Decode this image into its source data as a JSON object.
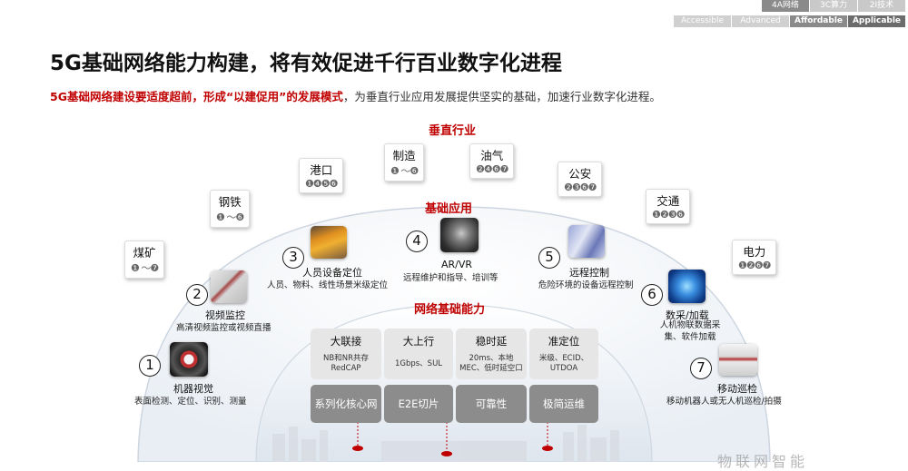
{
  "tabs": {
    "row1": [
      "4A网络",
      "3C算力",
      "2I技术"
    ],
    "row2": [
      "Accessible",
      "Advanced",
      "Affordable",
      "Applicable"
    ]
  },
  "title": "5G基础网络能力构建，将有效促进千行百业数字化进程",
  "subtitle": {
    "highlight": "5G基础网络建设要适度超前，形成“以建促用”的发展模式",
    "rest": "，为垂直行业应用发展提供坚实的基础，加速行业数字化进程。"
  },
  "sections": {
    "vertical": "垂直行业",
    "apps": "基础应用",
    "network": "网络基础能力"
  },
  "industries": [
    {
      "name": "煤矿",
      "cases": "❶ ～❼"
    },
    {
      "name": "钢铁",
      "cases": "❶ ～❻"
    },
    {
      "name": "港口",
      "cases": "❶❹❺❻"
    },
    {
      "name": "制造",
      "cases": "❶ ～❻"
    },
    {
      "name": "油气",
      "cases": "❷❹❻❼"
    },
    {
      "name": "公安",
      "cases": "❷❸❻❼"
    },
    {
      "name": "交通",
      "cases": "❶❷❸❻"
    },
    {
      "name": "电力",
      "cases": "❶❷❻❼"
    }
  ],
  "applications": [
    {
      "num": "1",
      "title": "机器视觉",
      "desc": "表面检测、定位、识别、测量"
    },
    {
      "num": "2",
      "title": "视频监控",
      "desc": "高清视频监控或视频直播"
    },
    {
      "num": "3",
      "title": "人员设备定位",
      "desc": "人员、物料、线性场景米级定位"
    },
    {
      "num": "4",
      "title": "AR/VR",
      "desc": "远程维护和指导、培训等"
    },
    {
      "num": "5",
      "title": "远程控制",
      "desc": "危险环境的设备远程控制"
    },
    {
      "num": "6",
      "title": "数采/加载",
      "desc": "人机物联数据采集、软件加载"
    },
    {
      "num": "7",
      "title": "移动巡检",
      "desc": "移动机器人或无人机巡检/拍摄"
    }
  ],
  "capabilities": [
    {
      "title": "大联接",
      "desc": "NB和NR共存\nRedCAP"
    },
    {
      "title": "大上行",
      "desc": "1Gbps、SUL"
    },
    {
      "title": "稳时延",
      "desc": "20ms、本地\nMEC、低时延空口"
    },
    {
      "title": "准定位",
      "desc": "米级、ECID、\nUTDOA"
    }
  ],
  "foundations": [
    "系列化核心网",
    "E2E切片",
    "可靠性",
    "极简运维"
  ],
  "watermark": "物联网智能"
}
